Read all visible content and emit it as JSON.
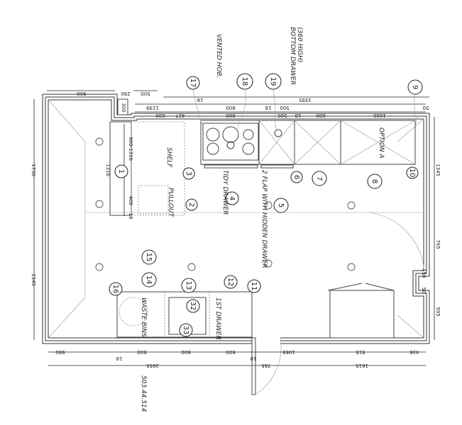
{
  "dimensions": {
    "top": [
      "900",
      "290",
      "500",
      "3395",
      "1199",
      "800",
      "800",
      "18",
      "500",
      "500",
      "18",
      "600",
      "1000",
      "50",
      "300",
      "427",
      "600",
      "18"
    ],
    "bottom": [
      "980",
      "18",
      "600",
      "600",
      "600",
      "18",
      "1068",
      "915",
      "436",
      "2855",
      "765",
      "1615"
    ],
    "left": [
      "1730",
      "1545",
      "1316",
      "900-1316",
      "400",
      "18"
    ],
    "right": [
      "1345",
      "765",
      "150",
      "50",
      "595"
    ]
  },
  "callouts": [
    "1",
    "2",
    "3",
    "4",
    "5",
    "6",
    "7",
    "8",
    "9",
    "10",
    "11",
    "12",
    "13",
    "14",
    "15",
    "16",
    "17",
    "18",
    "19",
    "32",
    "33"
  ],
  "notes": {
    "vented_hob": "VENTED HOB.",
    "bottom_drawer": "BOTTOM DRAWER",
    "bottom_drawer_height": "(360 HIGH)",
    "tidy_drawer": "TIDY DRAWER",
    "two_flap": "2 FLAP WITH HIDDEN DRAWER",
    "shelf": "SHELF",
    "pullout": "PULLOUT",
    "option_a": "OPTION A",
    "first_drawer": "1ST DRAWER",
    "waste_bins": "WASTE BINS",
    "reference": "503.44.514"
  }
}
